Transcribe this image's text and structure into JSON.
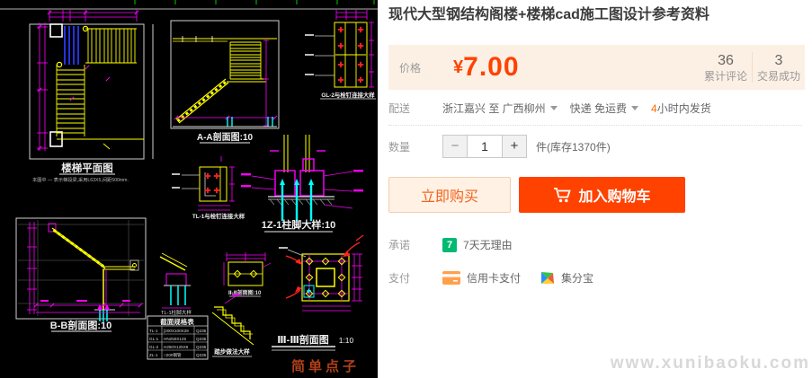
{
  "colors": {
    "accent": "#ff4200",
    "price_box_bg": "#fcf0e4",
    "buy_now_bg": "#fff1e4",
    "buy_now_text": "#f2641e",
    "cart_bg": "#ff4200",
    "promise_green": "#00ba72",
    "card_orange": "#ffa04d",
    "watermark_gray": "#d8d8d8",
    "cad_bg": "#000000",
    "cad_yellow": "#ffff00",
    "cad_magenta": "#ff00ff",
    "cad_cyan": "#00ffff",
    "cad_red": "#ff2222",
    "cad_blue": "#2233dd"
  },
  "product": {
    "title": "现代大型钢结构阁楼+楼梯cad施工图设计参考资料",
    "price": {
      "label": "价格",
      "currency": "¥",
      "amount": "7.00"
    },
    "stats": [
      {
        "value": "36",
        "label": "累计评论"
      },
      {
        "value": "3",
        "label": "交易成功"
      }
    ],
    "shipping": {
      "label": "配送",
      "route": "浙江嘉兴 至 广西柳州",
      "method": "快递 免运费",
      "dispatch_num": "4",
      "dispatch_text": "小时内发货"
    },
    "quantity": {
      "label": "数量",
      "minus": "−",
      "value": "1",
      "plus": "+",
      "stock": "件(库存1370件)"
    },
    "actions": {
      "buy_now": "立即购买",
      "add_to_cart": "加入购物车"
    },
    "promise": {
      "label": "承诺",
      "badge": "7",
      "text": "7天无理由"
    },
    "payment": {
      "label": "支付",
      "method_card": "信用卡支付",
      "method_jifenbao": "集分宝"
    }
  },
  "watermark": "www.xunibaoku.com",
  "cad": {
    "labels": {
      "plan": "楼梯平面图",
      "plan_note": "本图中 — 表示梯段梁,采用L63X5,间距500mm.",
      "section_aa": "A-A剖面图:10",
      "gl2_detail": "GL-2与栓钉连接大样",
      "tl1_detail": "TL-1与栓钉连接大样",
      "column_base": "1Z-1柱脚大样:10",
      "section_bb": "B-B剖面图:10",
      "tl1_base": "TL-1柱脚大样",
      "table_title": "截面规格表",
      "section_ii": "Ⅱ-Ⅱ剖面图:10",
      "step_detail": "踏步做法大样",
      "section_mm": "Ⅲ-Ⅲ剖面图",
      "section_mm_scale": "1:10",
      "red_watermark": "简单点子"
    },
    "table_rows": [
      {
        "name": "TL-1",
        "spec": "[200X100X28",
        "grade": "Q235"
      },
      {
        "name": "GL-1",
        "spec": "HN250X125",
        "grade": "Q235"
      },
      {
        "name": "GL-2",
        "spec": "H250X125X6",
        "grade": "Q235"
      },
      {
        "name": "ZL-1",
        "spec": "□200钢管",
        "grade": "Q235"
      }
    ]
  }
}
